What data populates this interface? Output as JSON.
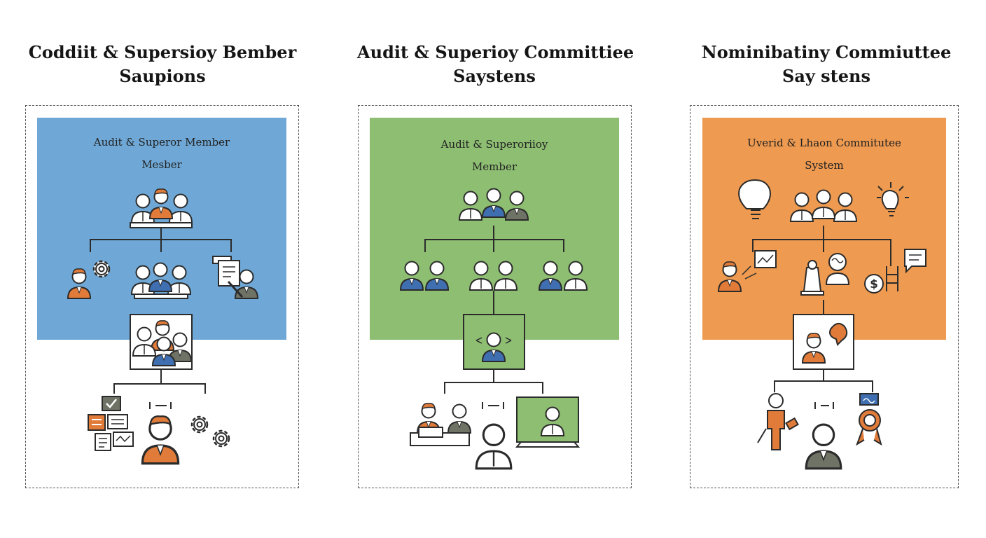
{
  "columns": [
    {
      "title_line1": "Coddiit & Supersioy Bember",
      "title_line2": "Saupions",
      "panel_line1": "Audit & Superor Member",
      "panel_line2": "Mesber",
      "panel_color": "#6fa8d6"
    },
    {
      "title_line1": "Audit & Superioy Committiee",
      "title_line2": "Saystens",
      "panel_line1": "Audit & Superoriioy",
      "panel_line2": "Member",
      "panel_color": "#8dbe72"
    },
    {
      "title_line1": "Nominibatiny Commiuttee",
      "title_line2": "Say stens",
      "panel_line1": "Uverid & Lhaon Commitutee",
      "panel_line2": "System",
      "panel_color": "#ee9a50"
    }
  ],
  "colors": {
    "ink": "#2b2b2b",
    "orange": "#e07b3a",
    "blue": "#3f6fb0",
    "gray": "#6f7366"
  },
  "icons": [
    "people-group-icon",
    "gear-person-icon",
    "document-pen-icon",
    "team-photo-icon",
    "checklist-icon",
    "gear-icon",
    "lightbulb-icon",
    "chart-icon",
    "chess-piece-icon",
    "dollar-icon",
    "award-ribbon-icon"
  ]
}
